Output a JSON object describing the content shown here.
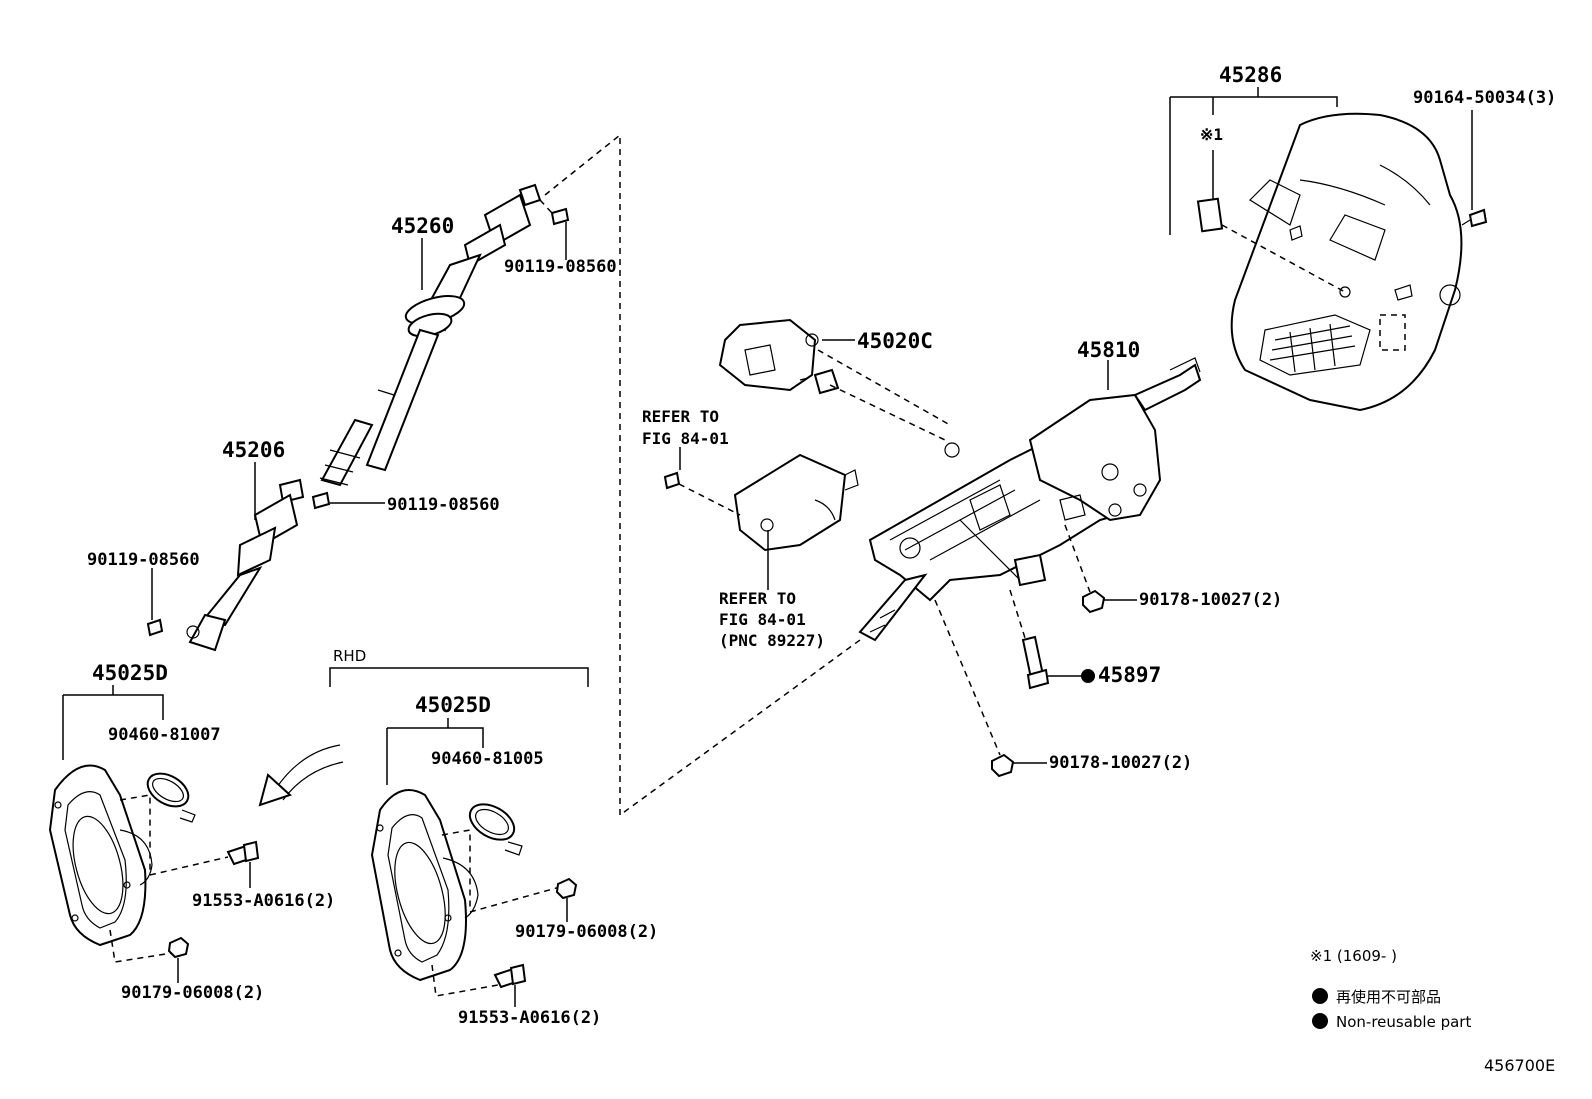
{
  "labels": {
    "p45286": "45286",
    "p90164": "90164-50034(3)",
    "p45260": "45260",
    "p90119a": "90119-08560",
    "p45020c": "45020C",
    "p45810": "45810",
    "p45206": "45206",
    "p90119b": "90119-08560",
    "p90119c": "90119-08560",
    "refer1a": "REFER TO",
    "refer1b": "FIG 84-01",
    "refer2a": "REFER TO",
    "refer2b": "FIG 84-01",
    "refer2c": "(PNC 89227)",
    "p90178a": "90178-10027(2)",
    "p45897": "45897",
    "p90178b": "90178-10027(2)",
    "rhd": "RHD",
    "p45025d_l": "45025D",
    "p90460_81007": "90460-81007",
    "p45025d_r": "45025D",
    "p90460_81005": "90460-81005",
    "p91553_l": "91553-A0616(2)",
    "p90179_r": "90179-06008(2)",
    "p90179_l": "90179-06008(2)",
    "p91553_r": "91553-A0616(2)",
    "note1": "※1",
    "note1_range": "※1 (1609-     )",
    "legend_jp": "再使用不可部品",
    "legend_en": "Non-reusable part",
    "fig_code": "456700E"
  }
}
